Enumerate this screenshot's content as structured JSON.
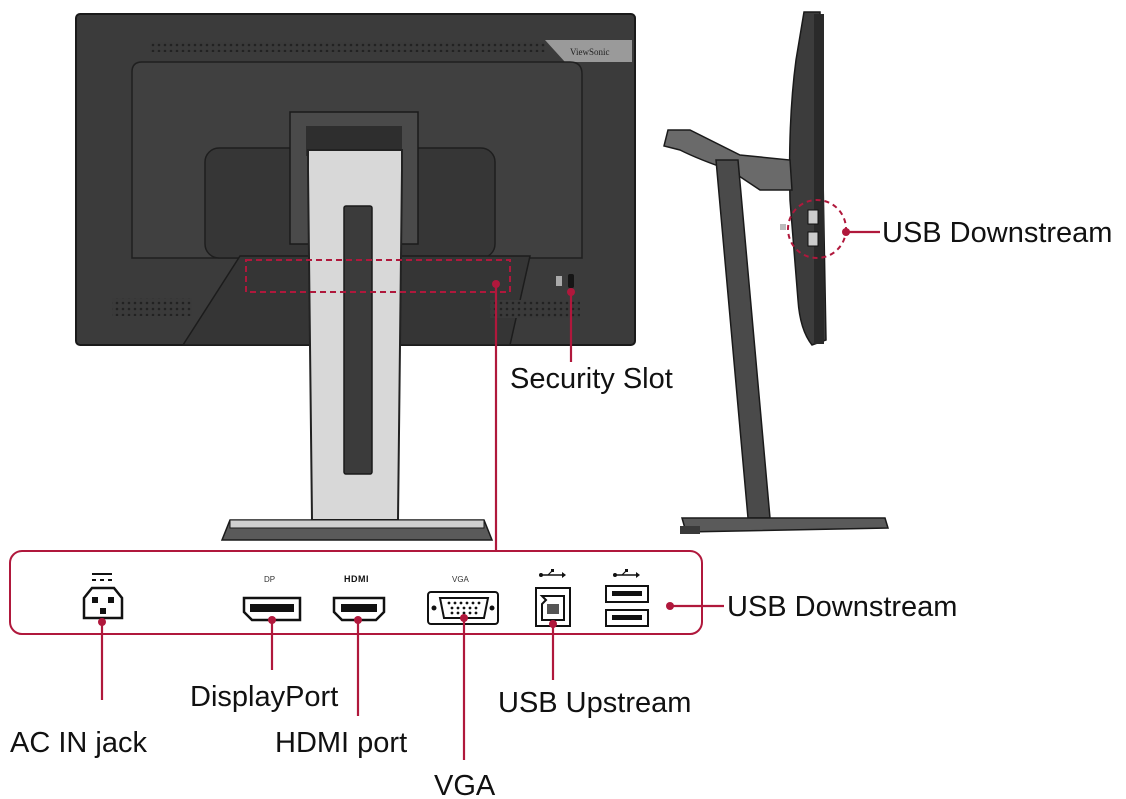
{
  "labels": {
    "usb_downstream_side": "USB Downstream",
    "security_slot": "Security Slot",
    "usb_downstream_panel": "USB Downstream",
    "displayport": "DisplayPort",
    "usb_upstream": "USB Upstream",
    "ac_in_jack": "AC IN jack",
    "hdmi_port": "HDMI port",
    "vga": "VGA"
  },
  "panel_labels": {
    "dp": "DP",
    "hdmi": "HDMI",
    "vga": "VGA"
  },
  "brand": "ViewSonic",
  "colors": {
    "accent": "#b0183c",
    "monitor_body": "#3a3a3a",
    "stand": "#d8d8d8"
  },
  "icons": [
    "dc-power-icon",
    "usb-icon",
    "power-outlet-icon",
    "lock-icon"
  ]
}
